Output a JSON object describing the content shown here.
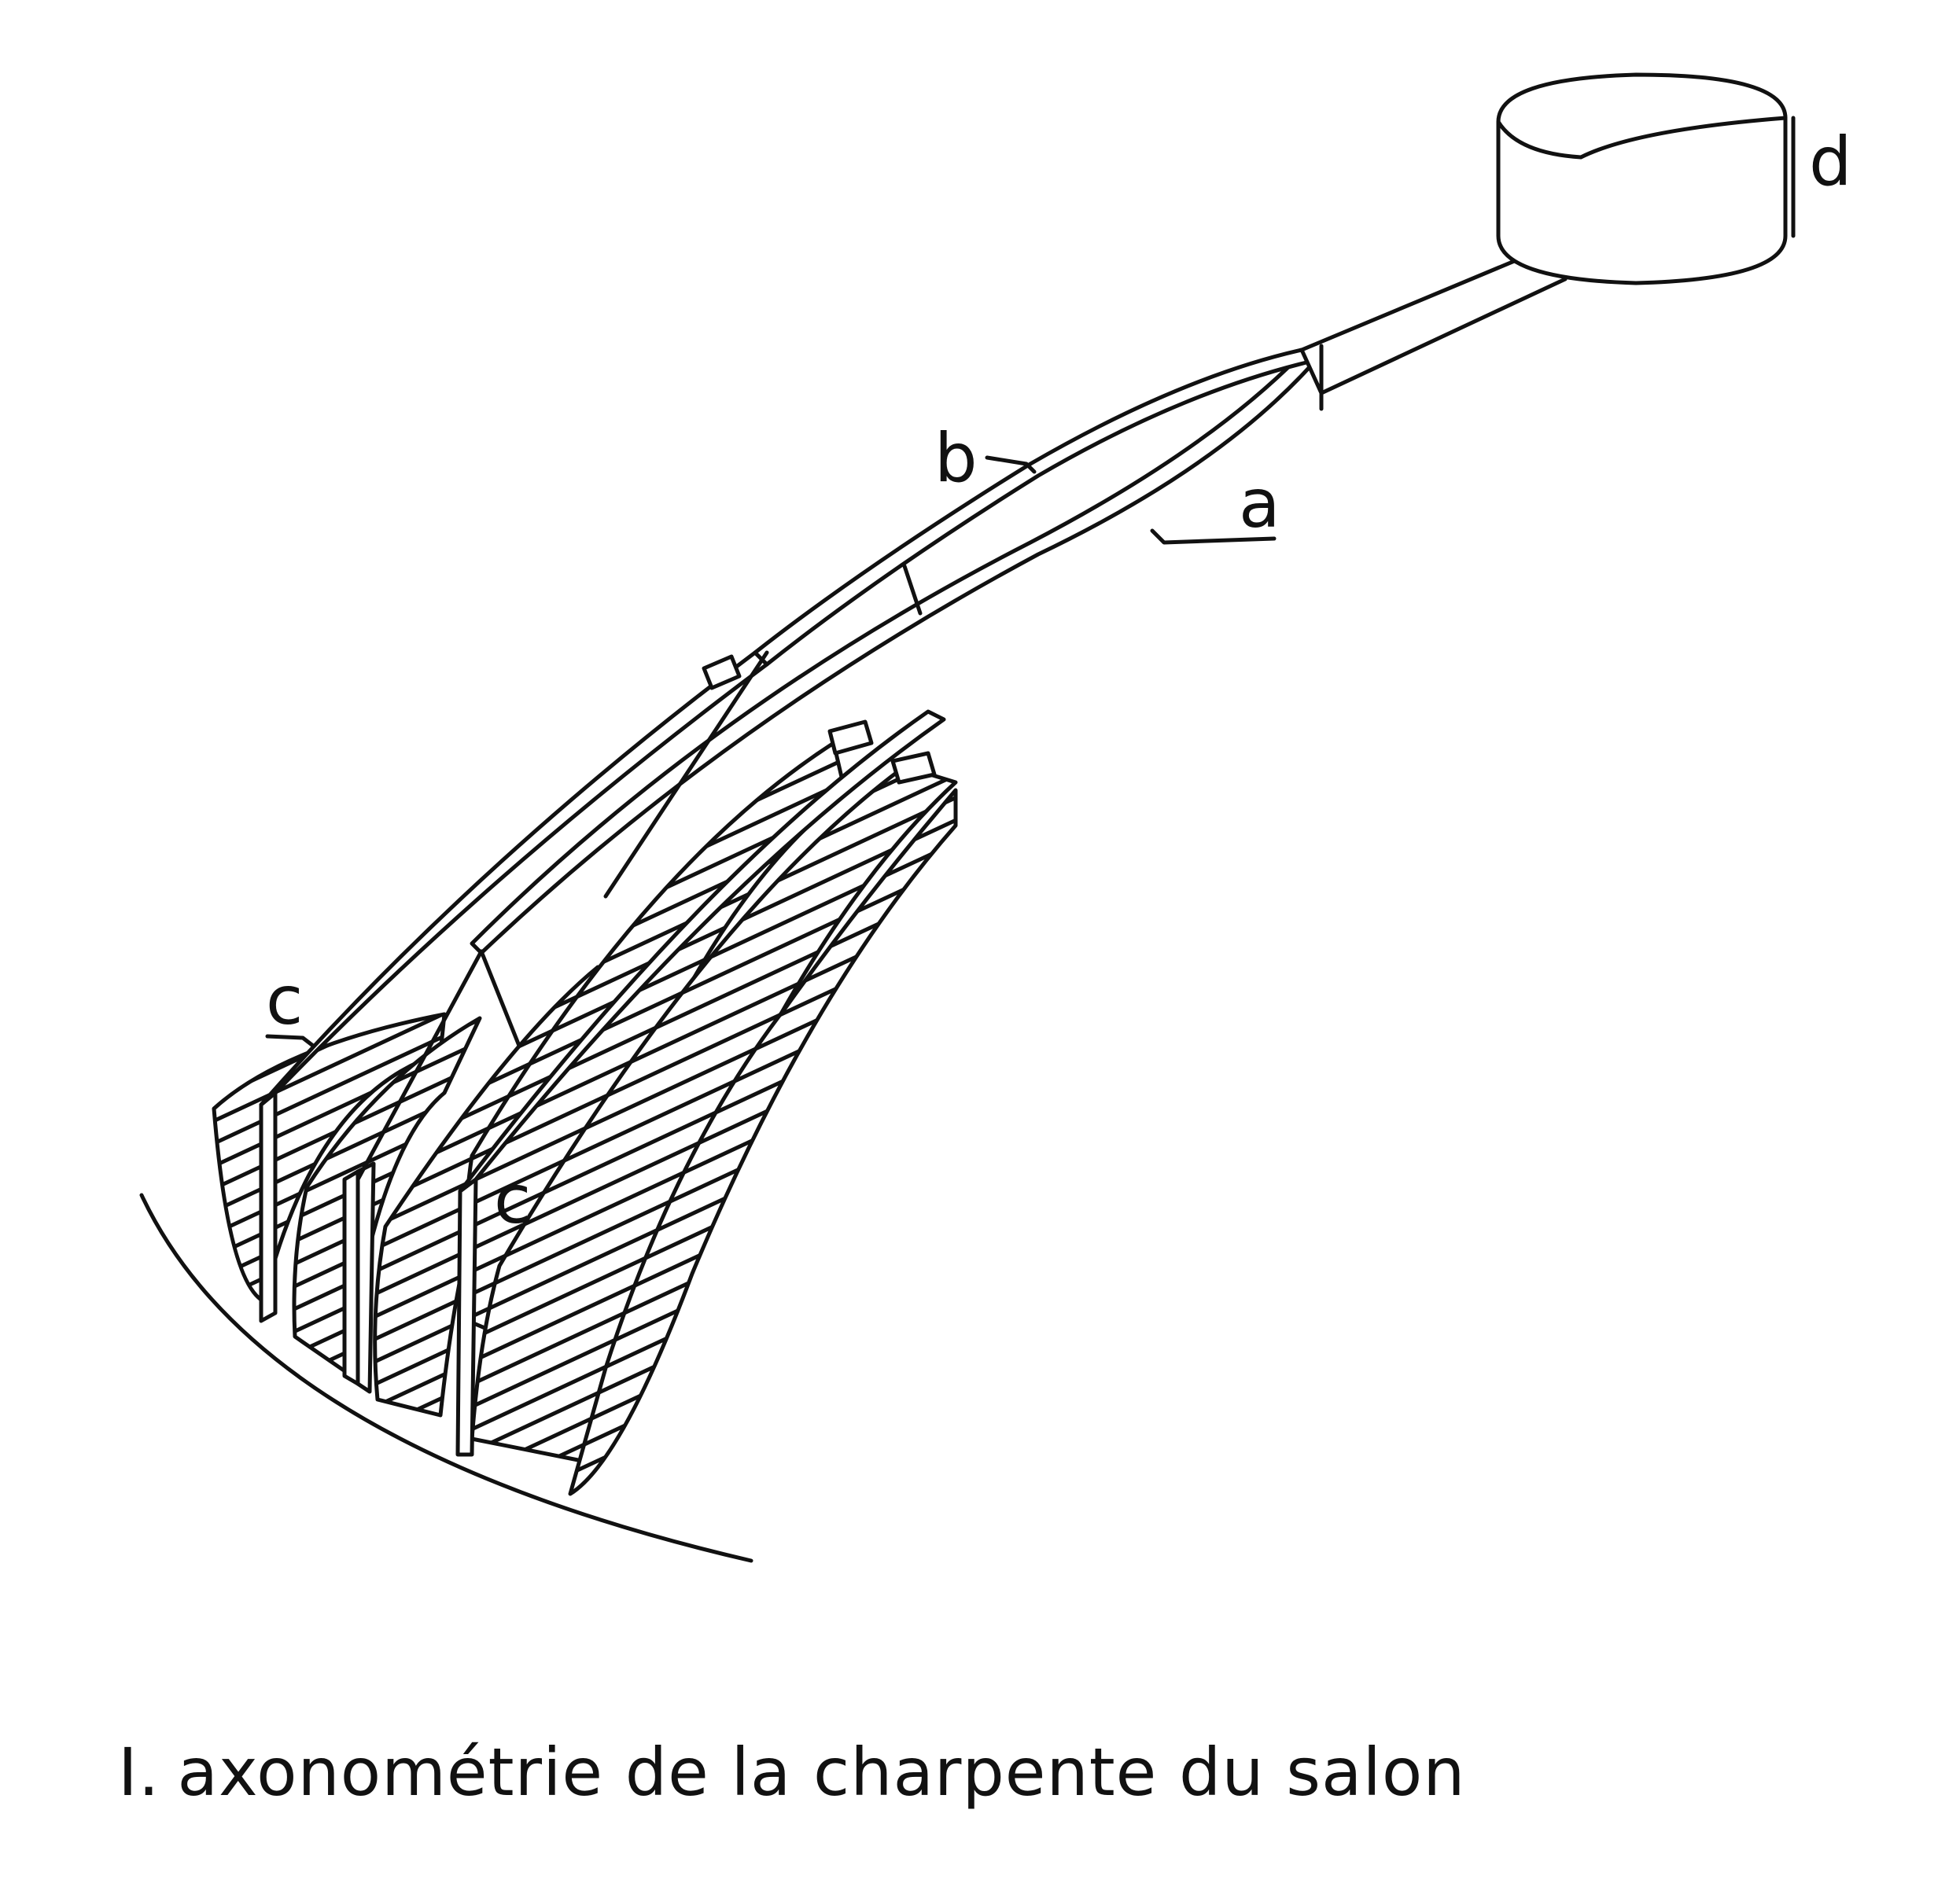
{
  "figure": {
    "labels": {
      "a": "a",
      "b": "b",
      "c_upper": "c",
      "c_lower": "c",
      "d": "d"
    },
    "caption": {
      "number": "I.",
      "text": "axonométrie de la charpente du salon"
    }
  }
}
